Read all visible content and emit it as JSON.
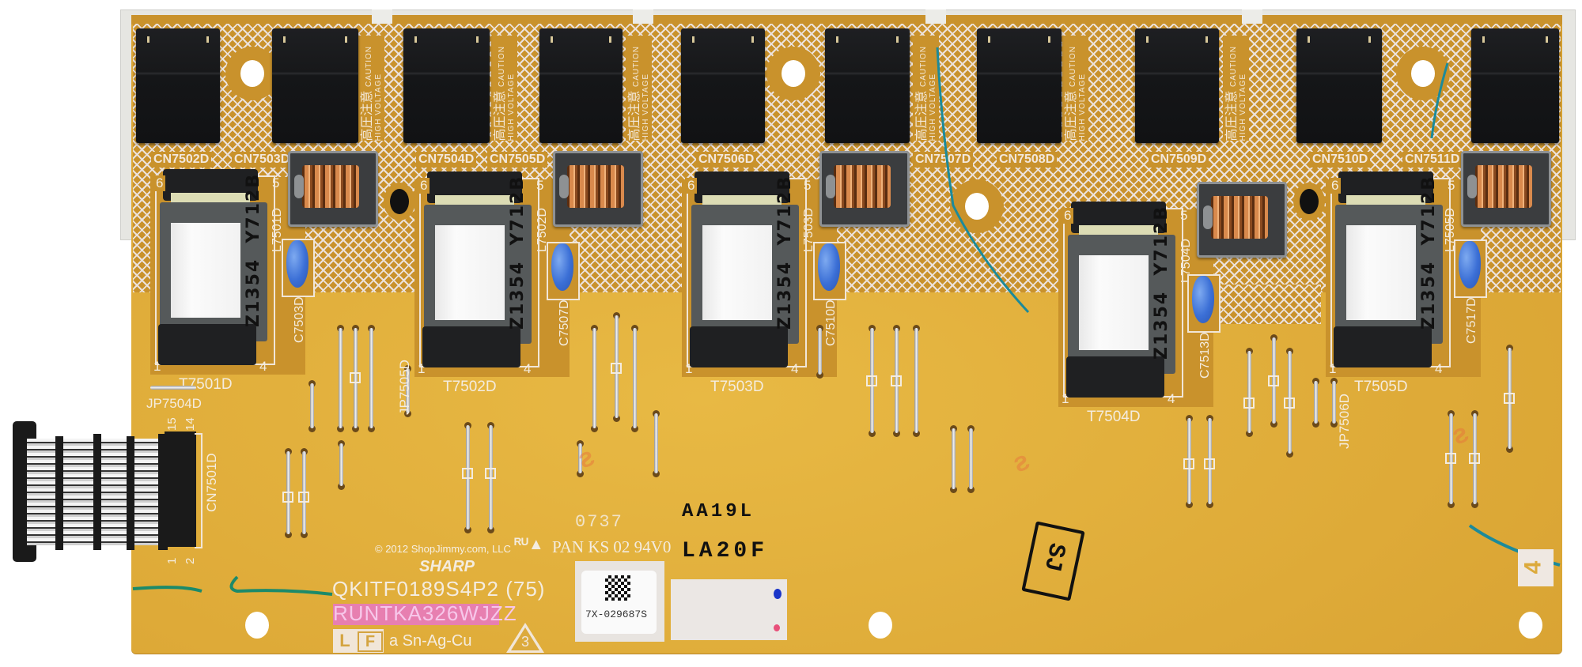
{
  "caution": {
    "jp": "高圧注意",
    "line1": "CAUTION",
    "line2": "HIGH VOLTAGE"
  },
  "connectors": [
    "CN7502D",
    "CN7503D",
    "CN7504D",
    "CN7505D",
    "CN7506D",
    "CN7507D",
    "CN7508D",
    "CN7509D",
    "CN7510D",
    "CN7511D"
  ],
  "transformers": [
    {
      "ref": "T7501D",
      "marking": "Z1354  Y712B",
      "pins": [
        "6",
        "5",
        "1",
        "4"
      ]
    },
    {
      "ref": "T7502D",
      "marking": "Z1354  Y712B",
      "pins": [
        "6",
        "5",
        "1",
        "4"
      ]
    },
    {
      "ref": "T7503D",
      "marking": "Z1354  Y712B",
      "pins": [
        "6",
        "5",
        "1",
        "4"
      ]
    },
    {
      "ref": "T7504D",
      "marking": "Z1354  Y712B",
      "pins": [
        "6",
        "5",
        "1",
        "4"
      ]
    },
    {
      "ref": "T7505D",
      "marking": "Z1354  Y712B",
      "pins": [
        "6",
        "5",
        "1",
        "4"
      ]
    }
  ],
  "inductors": [
    "L7501D",
    "L7502D",
    "L7503D",
    "L7504D",
    "L7505D"
  ],
  "capacitors": [
    "C7503D",
    "C7507D",
    "C7510D",
    "C7513D",
    "C7517D"
  ],
  "jumpers": [
    "JP7504D",
    "JP7505D",
    "JP7506D"
  ],
  "ribbon_connector": {
    "ref": "CN7501D",
    "pin_top_a": "15",
    "pin_top_b": "14",
    "pin_bot_a": "1",
    "pin_bot_b": "2"
  },
  "markings": {
    "copyright": "© 2012 ShopJimmy.com, LLC",
    "brand": "SHARP",
    "part_code": "QKITF0189S4P2 (75)",
    "part_number": "RUNTKA326WJZZ",
    "lf_l": "L",
    "lf_f": "F",
    "solder": "a Sn-Ag-Cu",
    "triangle_num": "3",
    "ul_rating": "PAN KS 02 94V0",
    "date_code": "0737",
    "stamp1": "AA19L",
    "stamp2": "LA20F",
    "sticker_code": "7X-029687S",
    "sj_stamp": "SJ",
    "corner_num": "4"
  },
  "colors": {
    "board": "#e0ad3a",
    "silkscreen": "#f4ecdf",
    "pink_label": "#e77fb0",
    "capacitor": "#3b6fd6"
  }
}
